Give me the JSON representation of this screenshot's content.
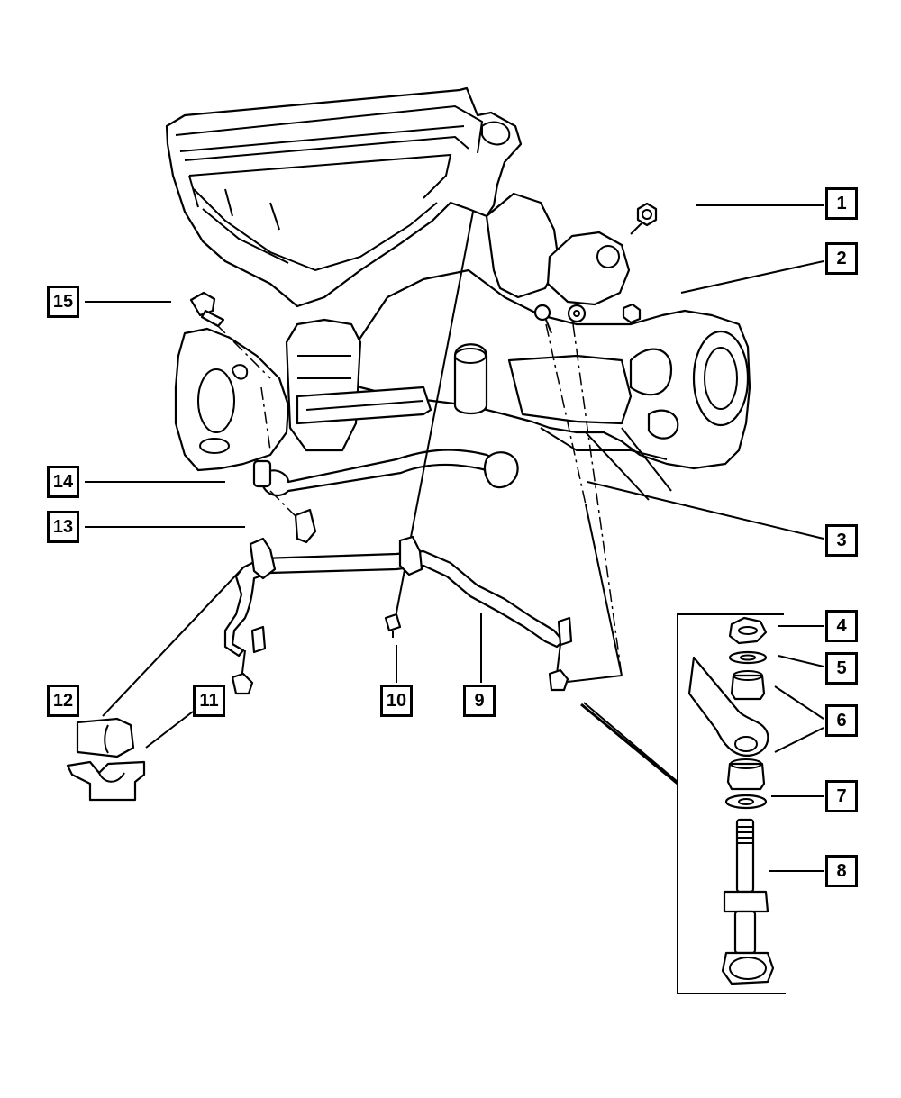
{
  "callouts": [
    {
      "label": "1"
    },
    {
      "label": "2"
    },
    {
      "label": "3"
    },
    {
      "label": "4"
    },
    {
      "label": "5"
    },
    {
      "label": "6"
    },
    {
      "label": "7"
    },
    {
      "label": "8"
    },
    {
      "label": "9"
    },
    {
      "label": "10"
    },
    {
      "label": "11"
    },
    {
      "label": "12"
    },
    {
      "label": "13"
    },
    {
      "label": "14"
    },
    {
      "label": "15"
    }
  ],
  "colors": {
    "line": "#000000",
    "background": "#ffffff"
  }
}
